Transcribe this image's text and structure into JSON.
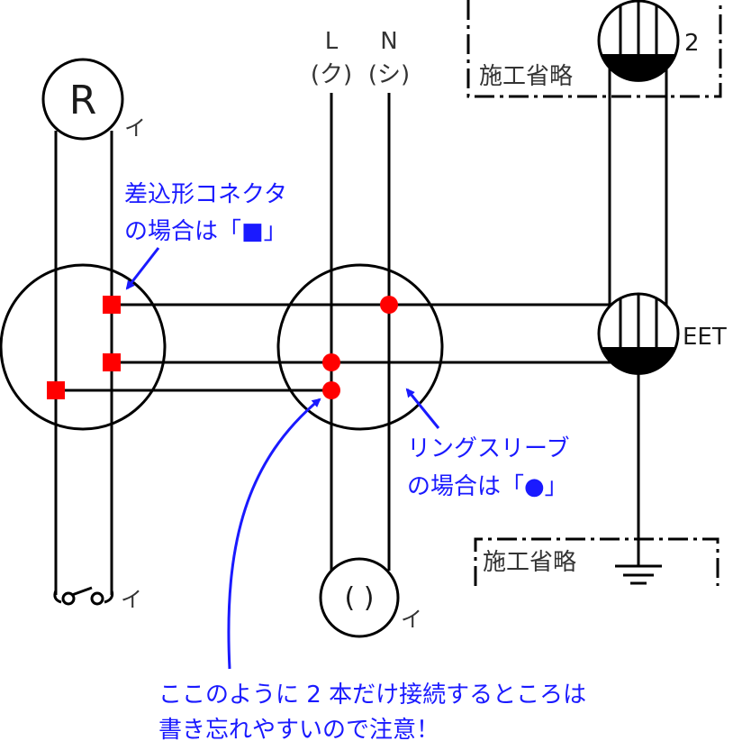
{
  "terminals": {
    "line": "L",
    "neutral": "N",
    "line_color": "(ク)",
    "neutral_color": "(シ)"
  },
  "symbols": {
    "relay": "R",
    "relay_mark": "イ",
    "switch_mark": "イ",
    "outlet_mark": "イ",
    "outlet": "( )",
    "eet": "EET",
    "top_outlet_count": "2"
  },
  "omitted": {
    "top": "施工省略",
    "bottom": "施工省略"
  },
  "notes": {
    "connector_line1": "差込形コネクタ",
    "connector_line2": "の場合は「■」",
    "sleeve_line1": "リングスリーブ",
    "sleeve_line2": "の場合は「●」",
    "warning_line1": "ここのように 2 本だけ接続するところは",
    "warning_line2": "書き忘れやすいので注意！"
  },
  "colors": {
    "wire": "#000000",
    "connector": "#ff0000",
    "annotation": "#1a1aff"
  }
}
